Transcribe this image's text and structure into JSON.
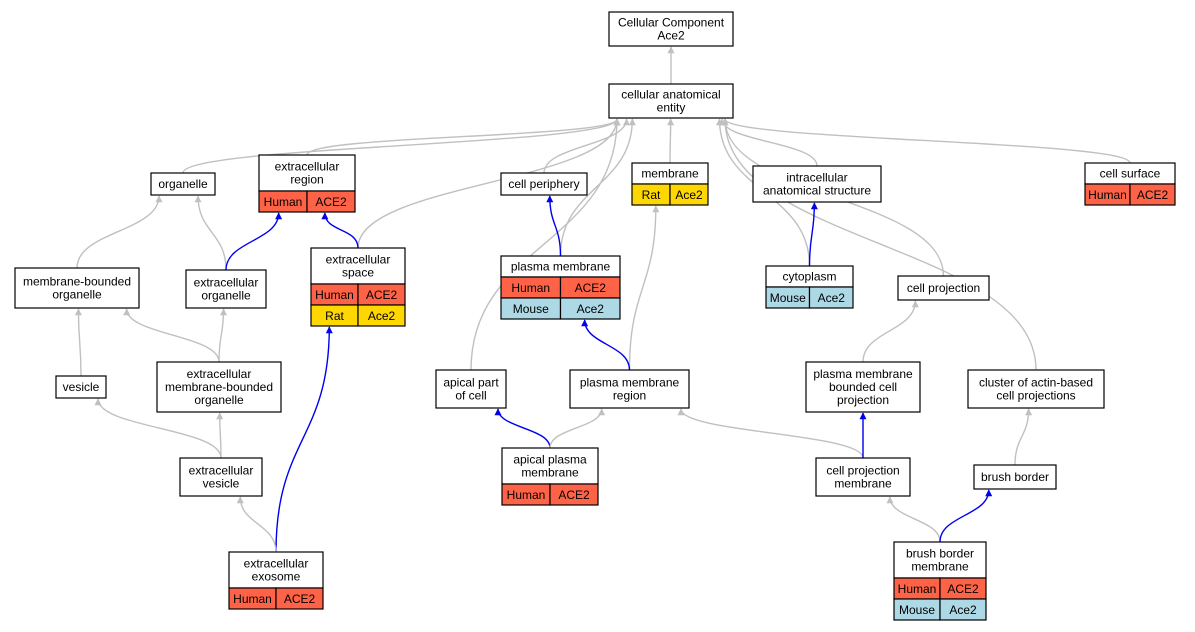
{
  "colors": {
    "human": "#ff6347",
    "rat": "#ffd700",
    "mouse": "#add8e6",
    "is_a_edge": "#c0c0c0",
    "part_of_edge": "#0000ee"
  },
  "nodes": {
    "root": {
      "lines": [
        "Cellular Component",
        "Ace2"
      ],
      "ann": []
    },
    "cae": {
      "lines": [
        "cellular anatomical",
        "entity"
      ],
      "ann": []
    },
    "organelle": {
      "lines": [
        "organelle"
      ],
      "ann": []
    },
    "exr": {
      "lines": [
        "extracellular",
        "region"
      ],
      "ann": [
        [
          "human",
          "Human",
          "ACE2"
        ]
      ]
    },
    "periphery": {
      "lines": [
        "cell periphery"
      ],
      "ann": []
    },
    "membrane": {
      "lines": [
        "membrane"
      ],
      "ann": [
        [
          "rat",
          "Rat",
          "Ace2"
        ]
      ]
    },
    "ias": {
      "lines": [
        "intracellular",
        "anatomical structure"
      ],
      "ann": []
    },
    "surface": {
      "lines": [
        "cell surface"
      ],
      "ann": [
        [
          "human",
          "Human",
          "ACE2"
        ]
      ]
    },
    "mbo": {
      "lines": [
        "membrane-bounded",
        "organelle"
      ],
      "ann": []
    },
    "exo": {
      "lines": [
        "extracellular",
        "organelle"
      ],
      "ann": []
    },
    "exspace": {
      "lines": [
        "extracellular",
        "space"
      ],
      "ann": [
        [
          "human",
          "Human",
          "ACE2"
        ],
        [
          "rat",
          "Rat",
          "Ace2"
        ]
      ]
    },
    "pm": {
      "lines": [
        "plasma membrane"
      ],
      "ann": [
        [
          "human",
          "Human",
          "ACE2"
        ],
        [
          "mouse",
          "Mouse",
          "Ace2"
        ]
      ]
    },
    "cytoplasm": {
      "lines": [
        "cytoplasm"
      ],
      "ann": [
        [
          "mouse",
          "Mouse",
          "Ace2"
        ]
      ]
    },
    "cellproj": {
      "lines": [
        "cell projection"
      ],
      "ann": []
    },
    "vesicle": {
      "lines": [
        "vesicle"
      ],
      "ann": []
    },
    "exmbo": {
      "lines": [
        "extracellular",
        "membrane-bounded",
        "organelle"
      ],
      "ann": []
    },
    "apical": {
      "lines": [
        "apical part",
        "of cell"
      ],
      "ann": []
    },
    "pmr": {
      "lines": [
        "plasma membrane",
        "region"
      ],
      "ann": []
    },
    "pmbcp": {
      "lines": [
        "plasma membrane",
        "bounded cell",
        "projection"
      ],
      "ann": []
    },
    "cluster": {
      "lines": [
        "cluster of actin-based",
        "cell projections"
      ],
      "ann": []
    },
    "exves": {
      "lines": [
        "extracellular",
        "vesicle"
      ],
      "ann": []
    },
    "apm": {
      "lines": [
        "apical plasma",
        "membrane"
      ],
      "ann": [
        [
          "human",
          "Human",
          "ACE2"
        ]
      ]
    },
    "cpm": {
      "lines": [
        "cell projection",
        "membrane"
      ],
      "ann": []
    },
    "brush": {
      "lines": [
        "brush border"
      ],
      "ann": []
    },
    "exosome": {
      "lines": [
        "extracellular",
        "exosome"
      ],
      "ann": [
        [
          "human",
          "Human",
          "ACE2"
        ]
      ]
    },
    "bbm": {
      "lines": [
        "brush border",
        "membrane"
      ],
      "ann": [
        [
          "human",
          "Human",
          "ACE2"
        ],
        [
          "mouse",
          "Mouse",
          "Ace2"
        ]
      ]
    }
  },
  "edges": [
    {
      "from": "cae",
      "to": "root",
      "type": "is_a"
    },
    {
      "from": "organelle",
      "to": "cae",
      "type": "is_a"
    },
    {
      "from": "exr",
      "to": "cae",
      "type": "is_a"
    },
    {
      "from": "exspace",
      "to": "cae",
      "type": "is_a"
    },
    {
      "from": "apical",
      "to": "cae",
      "type": "is_a"
    },
    {
      "from": "periphery",
      "to": "cae",
      "type": "is_a"
    },
    {
      "from": "pm",
      "to": "cae",
      "type": "is_a"
    },
    {
      "from": "membrane",
      "to": "cae",
      "type": "is_a"
    },
    {
      "from": "ias",
      "to": "cae",
      "type": "is_a"
    },
    {
      "from": "cytoplasm",
      "to": "cae",
      "type": "is_a"
    },
    {
      "from": "cellproj",
      "to": "cae",
      "type": "is_a"
    },
    {
      "from": "cluster",
      "to": "cae",
      "type": "is_a"
    },
    {
      "from": "surface",
      "to": "cae",
      "type": "is_a"
    },
    {
      "from": "mbo",
      "to": "organelle",
      "type": "is_a"
    },
    {
      "from": "exo",
      "to": "organelle",
      "type": "is_a"
    },
    {
      "from": "exo",
      "to": "exr",
      "type": "part_of"
    },
    {
      "from": "exspace",
      "to": "exr",
      "type": "part_of"
    },
    {
      "from": "pm",
      "to": "periphery",
      "type": "part_of"
    },
    {
      "from": "pmr",
      "to": "membrane",
      "type": "is_a"
    },
    {
      "from": "cytoplasm",
      "to": "ias",
      "type": "part_of"
    },
    {
      "from": "vesicle",
      "to": "mbo",
      "type": "is_a"
    },
    {
      "from": "exmbo",
      "to": "mbo",
      "type": "is_a"
    },
    {
      "from": "exmbo",
      "to": "exo",
      "type": "is_a"
    },
    {
      "from": "exosome",
      "to": "exspace",
      "type": "part_of"
    },
    {
      "from": "pmr",
      "to": "pm",
      "type": "part_of"
    },
    {
      "from": "pmbcp",
      "to": "cellproj",
      "type": "is_a"
    },
    {
      "from": "exves",
      "to": "vesicle",
      "type": "is_a"
    },
    {
      "from": "exves",
      "to": "exmbo",
      "type": "is_a"
    },
    {
      "from": "apm",
      "to": "apical",
      "type": "part_of"
    },
    {
      "from": "apm",
      "to": "pmr",
      "type": "is_a"
    },
    {
      "from": "cpm",
      "to": "pmr",
      "type": "is_a"
    },
    {
      "from": "cpm",
      "to": "pmbcp",
      "type": "part_of"
    },
    {
      "from": "brush",
      "to": "cluster",
      "type": "is_a"
    },
    {
      "from": "exosome",
      "to": "exves",
      "type": "is_a"
    },
    {
      "from": "bbm",
      "to": "cpm",
      "type": "is_a"
    },
    {
      "from": "bbm",
      "to": "brush",
      "type": "part_of"
    }
  ]
}
